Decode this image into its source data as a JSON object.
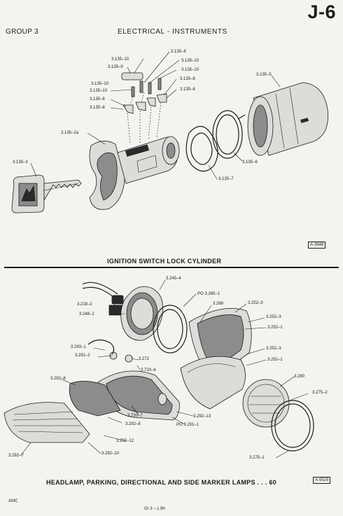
{
  "header": {
    "group": "GROUP 3",
    "section": "ELECTRICAL - INSTRUMENTS",
    "page": "J-6"
  },
  "ignition_figure": {
    "caption": "IGNITION SWITCH LOCK CYLINDER",
    "figure_ref": "A-3848",
    "callouts": {
      "c3135_8a": "3.135–8",
      "c3135_10a": "3.135–10",
      "c3135_9": "3.135–9",
      "c3135_10b": "3.135–10",
      "c3135_10c": "3.135–10",
      "c3135_10d": "3.135–10",
      "c3135_8b": "3.135–8",
      "c3135_10e": "3.135–10",
      "c3135_8c": "3.135–8",
      "c3135_8d": "3.135–8",
      "c3135_8e": "3.135–8",
      "c3135_5": "3.135–5",
      "c3135_2a": "3.135–2a",
      "c3135_3": "3.135–3",
      "c3135_6": "3.135–6",
      "c3135_7": "3.135–7"
    }
  },
  "headlamp_figure": {
    "caption": "HEADLAMP, PARKING, DIRECTIONAL AND SIDE MARKER LAMPS . . . 60",
    "figure_ref": "A-5529",
    "callouts": {
      "c3245_4": "3.245–4",
      "c3265_1": "PO 3.265–1",
      "c3218_2": "3.218–2",
      "c3268": "3.268",
      "c3252_3a": "3.252–3",
      "c3248_1": "3.248–1",
      "c3252_3b": "3.252–3",
      "c3252_1a": "3.252–1",
      "c3293_1": "3.293–1",
      "c3291_2": "3.291–2",
      "c3272": "3.272",
      "c3252_3c": "3.252–3",
      "c3252_1b": "3.252–1",
      "c3720_6": "3.720–6",
      "c3292_8a": "3.292–8",
      "c3280": "3.280",
      "c3275_2": "3.275–2",
      "c3720_7": "3.720–7",
      "c3292_13": "3.292–13",
      "c3292_8b": "3.292–8",
      "c3291_1": "PO 3.291–1",
      "c3292_12": "3.292–12",
      "c3292_7": "3.292–7",
      "c3292_10": "3.292–10",
      "c3275_1": "3.275–1"
    }
  },
  "footer": {
    "left": "AMC",
    "center": "Gr 3 – L 8h"
  }
}
